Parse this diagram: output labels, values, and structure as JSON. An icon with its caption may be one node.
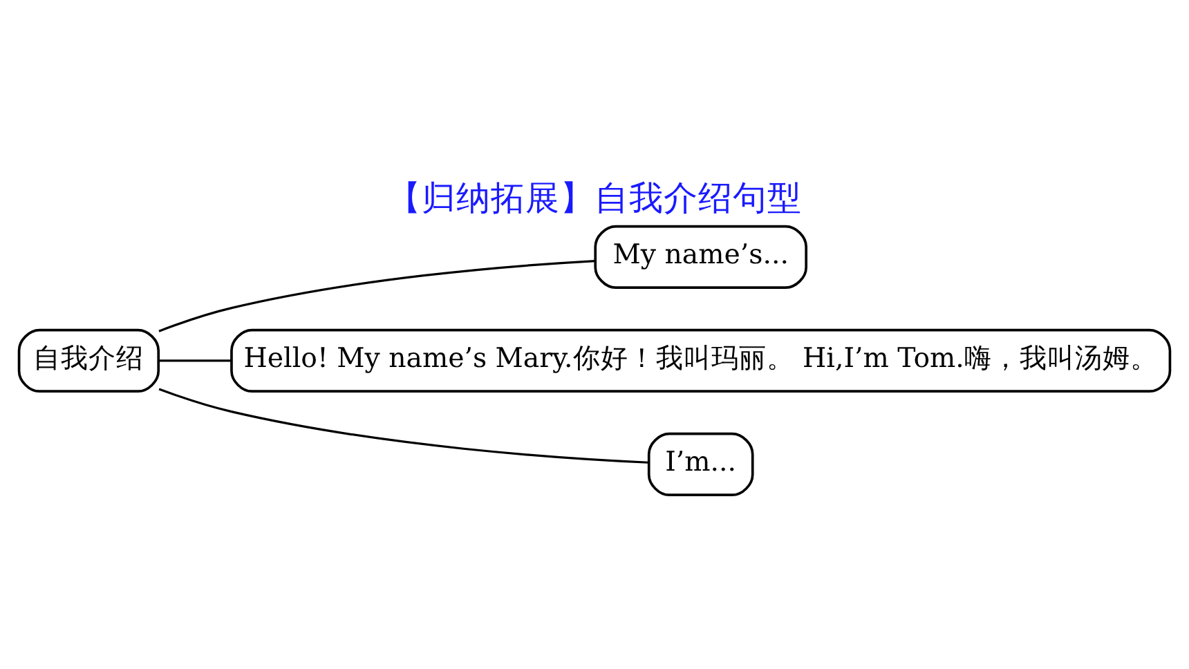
{
  "diagram": {
    "title": "【归纳拓展】自我介绍句型",
    "nodes": [
      {
        "text": [
          "自我介绍"
        ]
      },
      {
        "text": [
          "My name’s..."
        ]
      },
      {
        "text": [
          "Hello! My name’s Mary.你好！我叫玛丽。 Hi,I’m Tom.嗨，我叫汤姆。"
        ]
      },
      {
        "text": [
          "I’m..."
        ]
      }
    ],
    "edges": [
      {
        "from": 0,
        "to": 1,
        "arrow": "none"
      },
      {
        "from": 0,
        "to": 2,
        "arrow": "none"
      },
      {
        "from": 0,
        "to": 3,
        "arrow": "none"
      }
    ]
  }
}
